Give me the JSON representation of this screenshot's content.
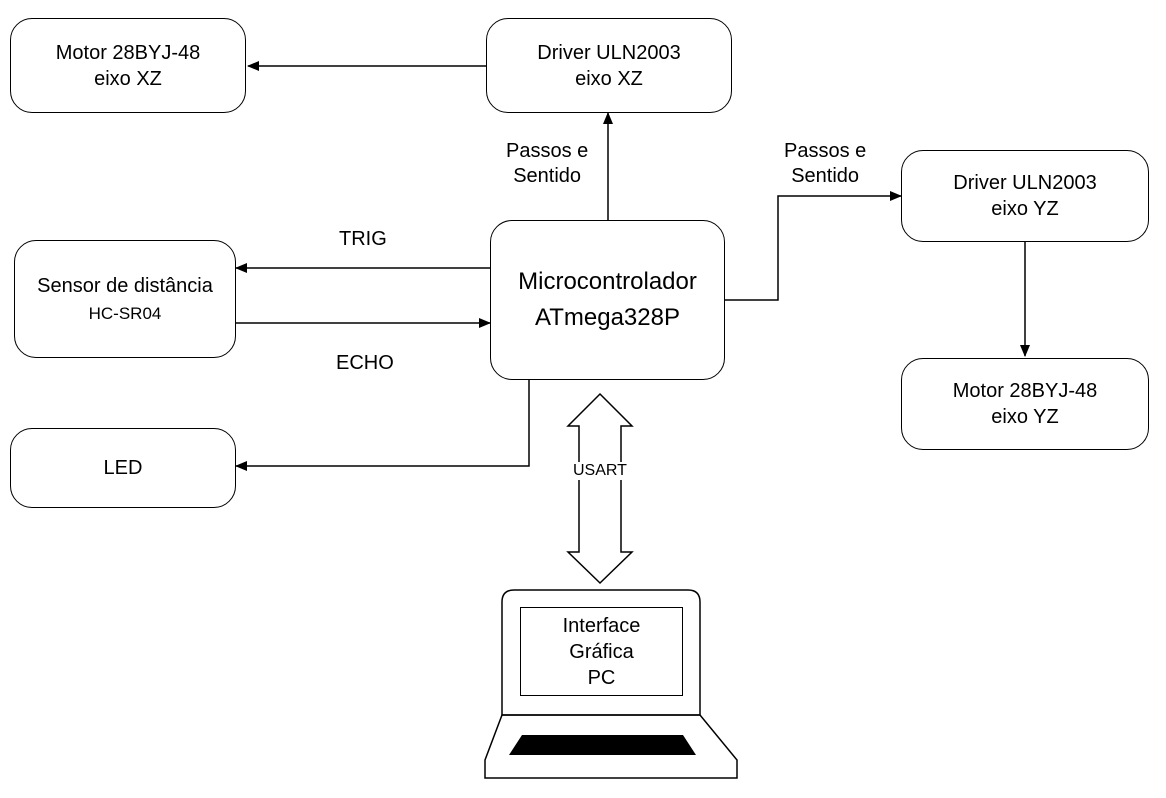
{
  "blocks": {
    "motor_xz": {
      "line1": "Motor 28BYJ-48",
      "line2": "eixo XZ"
    },
    "driver_xz": {
      "line1": "Driver ULN2003",
      "line2": "eixo XZ"
    },
    "driver_yz": {
      "line1": "Driver ULN2003",
      "line2": "eixo YZ"
    },
    "motor_yz": {
      "line1": "Motor 28BYJ-48",
      "line2": "eixo YZ"
    },
    "sensor": {
      "line1": "Sensor de distância",
      "line2": "HC-SR04"
    },
    "mcu": {
      "line1": "Microcontrolador",
      "line2": "ATmega328P"
    },
    "led": {
      "label": "LED"
    },
    "pc": {
      "line1": "Interface",
      "line2": "Gráfica",
      "line3": "PC"
    }
  },
  "connections": {
    "mcu_to_driver_xz": {
      "line1": "Passos e",
      "line2": "Sentido"
    },
    "mcu_to_driver_yz": {
      "line1": "Passos e",
      "line2": "Sentido"
    },
    "trig": "TRIG",
    "echo": "ECHO",
    "usart": "USART"
  }
}
